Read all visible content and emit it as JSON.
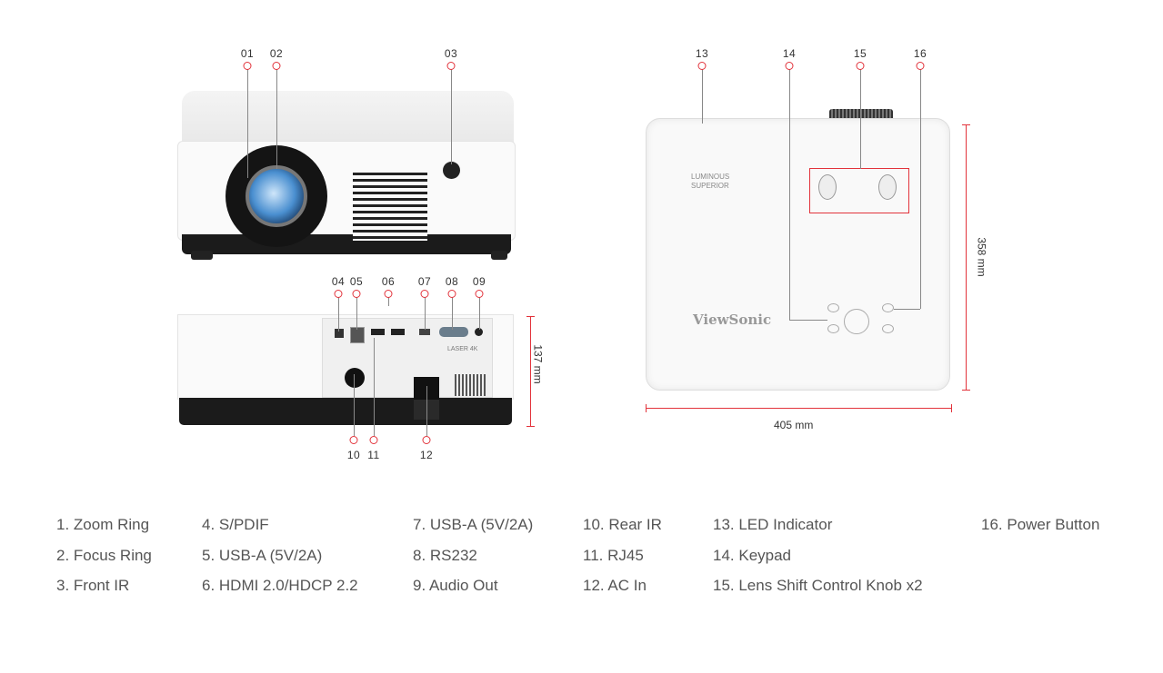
{
  "front_callouts": [
    "01",
    "02",
    "03"
  ],
  "rear_callouts": [
    "04",
    "05",
    "06",
    "07",
    "08",
    "09",
    "10",
    "11",
    "12"
  ],
  "top_callouts": [
    "13",
    "14",
    "15",
    "16"
  ],
  "dimensions": {
    "height": "137 mm",
    "width": "405 mm",
    "depth": "358 mm"
  },
  "product": {
    "brand": "ViewSonic",
    "badge": "LUMINOUS SUPERIOR",
    "laser_badge": "LASER 4K"
  },
  "legend": [
    [
      "1. Zoom Ring",
      "2. Focus Ring",
      "3. Front IR"
    ],
    [
      "4. S/PDIF",
      "5. USB-A (5V/2A)",
      "6. HDMI 2.0/HDCP 2.2"
    ],
    [
      "7. USB-A (5V/2A)",
      "8. RS232",
      "9. Audio Out"
    ],
    [
      "10. Rear IR",
      "11. RJ45",
      "12. AC In"
    ],
    [
      "13. LED Indicator",
      "14. Keypad",
      "15. Lens Shift Control Knob x2"
    ],
    [
      "16. Power Button"
    ]
  ],
  "colors": {
    "accent": "#e2333b",
    "text": "#555555"
  }
}
